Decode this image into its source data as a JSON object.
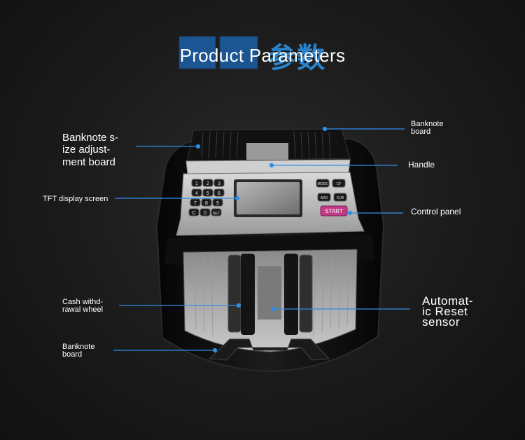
{
  "title": "Product Parameters",
  "title_bg_text": "参数",
  "labels": {
    "size_board": [
      "Banknote s-",
      "ize adjust-",
      "ment board"
    ],
    "display": "TFT display screen",
    "wheel": [
      "Cash withd-",
      "rawal wheel"
    ],
    "bottom_board": [
      "Banknote",
      "board"
    ],
    "top_board": [
      "Banknote",
      "board"
    ],
    "handle": "Handle",
    "control": "Control panel",
    "sensor": [
      "Automat-",
      "ic Reset",
      "sensor"
    ]
  },
  "keypad": [
    "1",
    "2",
    "3",
    "4",
    "5",
    "6",
    "7",
    "8",
    "9",
    "C",
    "0",
    "SET"
  ],
  "function_keys": [
    "MODE",
    "CF",
    "ADD",
    "CUR"
  ],
  "start_button": "START",
  "colors": {
    "leader": "#2f8fe8",
    "background": "#1a1a1a",
    "start": "#c23a86"
  }
}
